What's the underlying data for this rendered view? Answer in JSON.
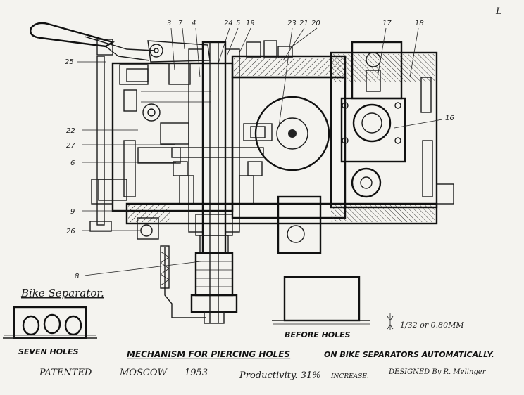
{
  "corner_mark": "L",
  "part_numbers": {
    "n3": "3",
    "n7": "7",
    "n4": "4",
    "n24": "24",
    "n5": "5",
    "n19": "19",
    "n23": "23",
    "n21": "21",
    "n20": "20",
    "n17": "17",
    "n18": "18",
    "n25": "25",
    "n16": "16",
    "n22": "22",
    "n27": "27",
    "n6": "6",
    "n9": "9",
    "n26": "26",
    "n8": "8"
  },
  "inset_title": "Bike Separator.",
  "inset_caption": "SEVEN HOLES",
  "before_holes": "BEFORE HOLES",
  "dimension": "1/32 or 0.80MM",
  "mechanism_title": "MECHANISM FOR PIERCING HOLES",
  "mechanism_suffix": "ON BIKE SEPARATORS AUTOMATICALLY.",
  "patented": "PATENTED",
  "city": "MOSCOW",
  "year": "1953",
  "productivity": "Productivity. 31%",
  "increase": "INCREASE.",
  "designer": "DESIGNED By R. Melinger"
}
